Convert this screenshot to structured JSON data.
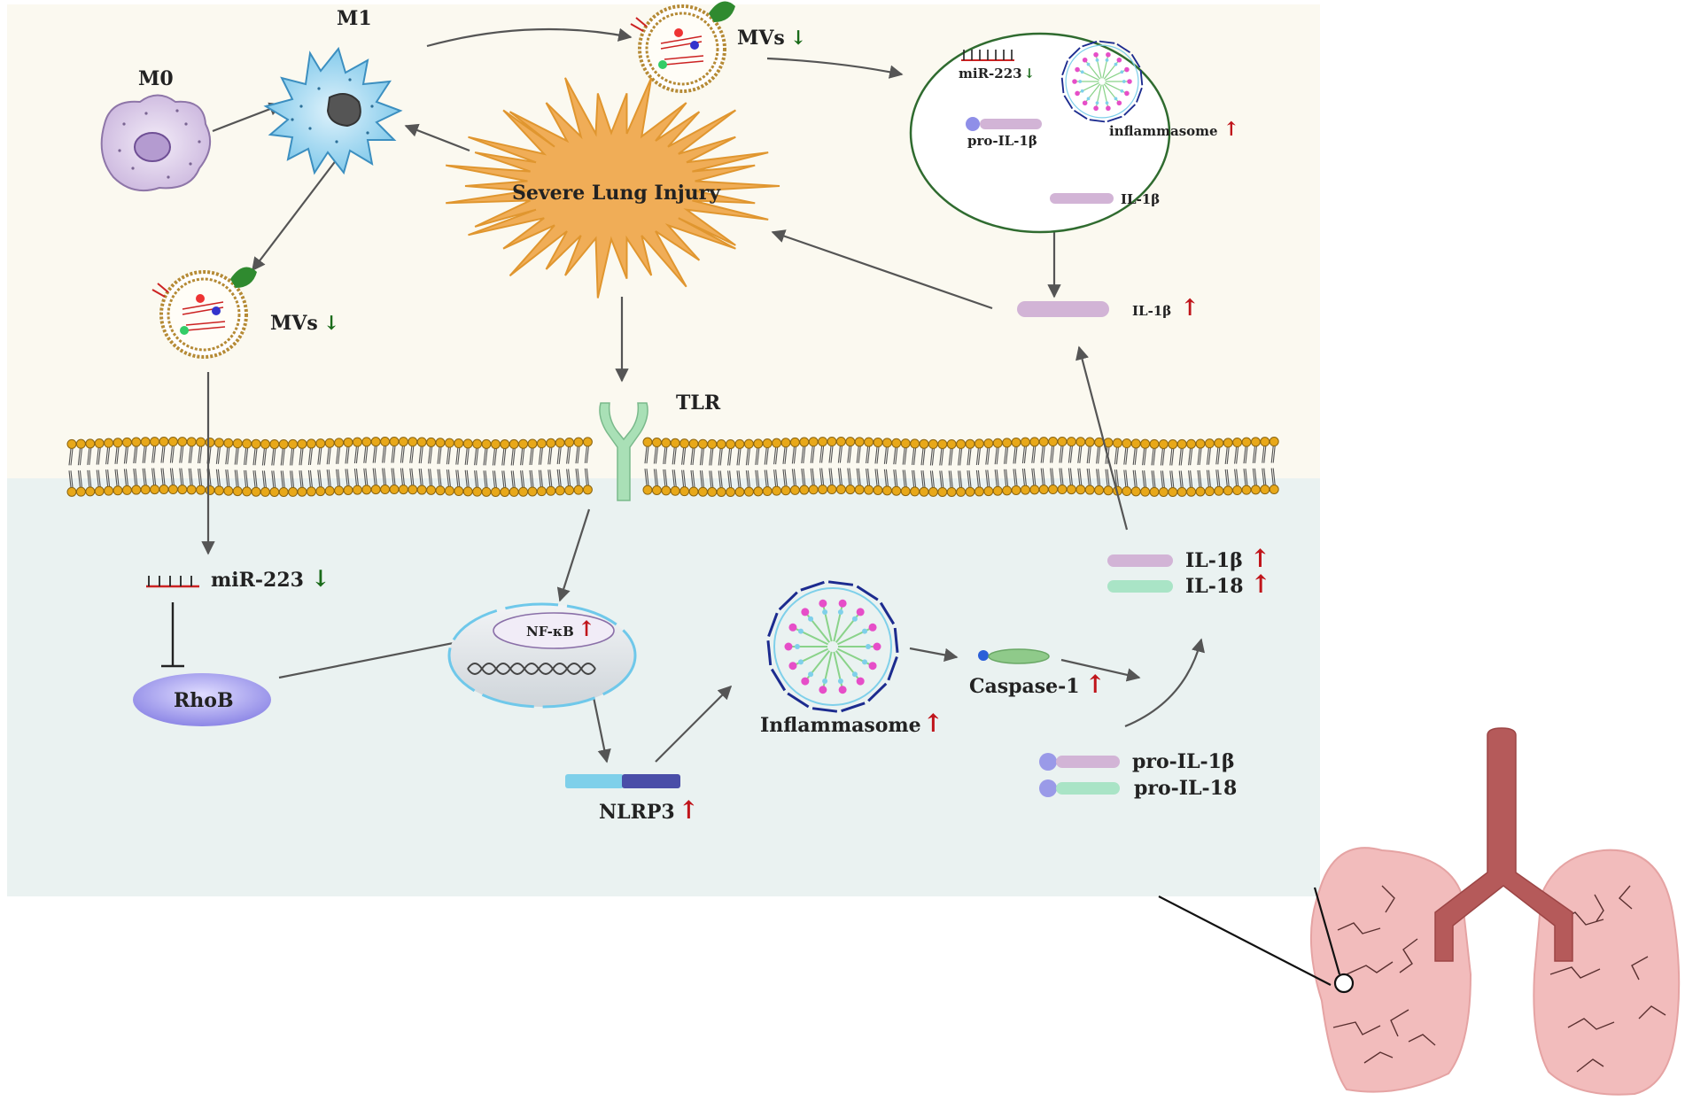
{
  "labels": {
    "m0": "M0",
    "m1": "M1",
    "mvs_top": "MVs",
    "mvs_left": "MVs",
    "injury": "Severe Lung Injury",
    "tlr": "TLR",
    "mir223_inset": "miR-223",
    "pro_il1b_inset": "pro-IL-1β",
    "inflammasome_inset": "inflammasome",
    "il1b_inset": "IL-1β",
    "il1b_secreted": "IL-1β",
    "mir223": "miR-223",
    "rhob": "RhoB",
    "nfkb": "NF-κB",
    "nlrp3": "NLRP3",
    "inflammasome": "Inflammasome",
    "caspase1": "Caspase-1",
    "il1b_out": "IL-1β",
    "il18_out": "IL-18",
    "pro_il1b": "pro-IL-1β",
    "pro_il18": "pro-IL-18"
  },
  "colors": {
    "up_arrow": "#c0151b",
    "down_arrow": "#1a6b1a",
    "extracellular_bg": "#fbf9f0",
    "intracellular_bg": "#eaf2f1",
    "injury_fill": "#f0ad57",
    "il1b_bar": "#d2b4d6",
    "il18_bar": "#a9e4c6",
    "lung": "#f2bcbc",
    "trachea": "#b55a5a",
    "membrane_head": "#e8a819"
  },
  "icons": [
    "macrophage-m0-icon",
    "macrophage-m1-icon",
    "microvesicle-icon",
    "tlr-receptor-icon",
    "lipid-bilayer",
    "nucleus-icon",
    "inflammasome-icon",
    "lung-icon"
  ]
}
